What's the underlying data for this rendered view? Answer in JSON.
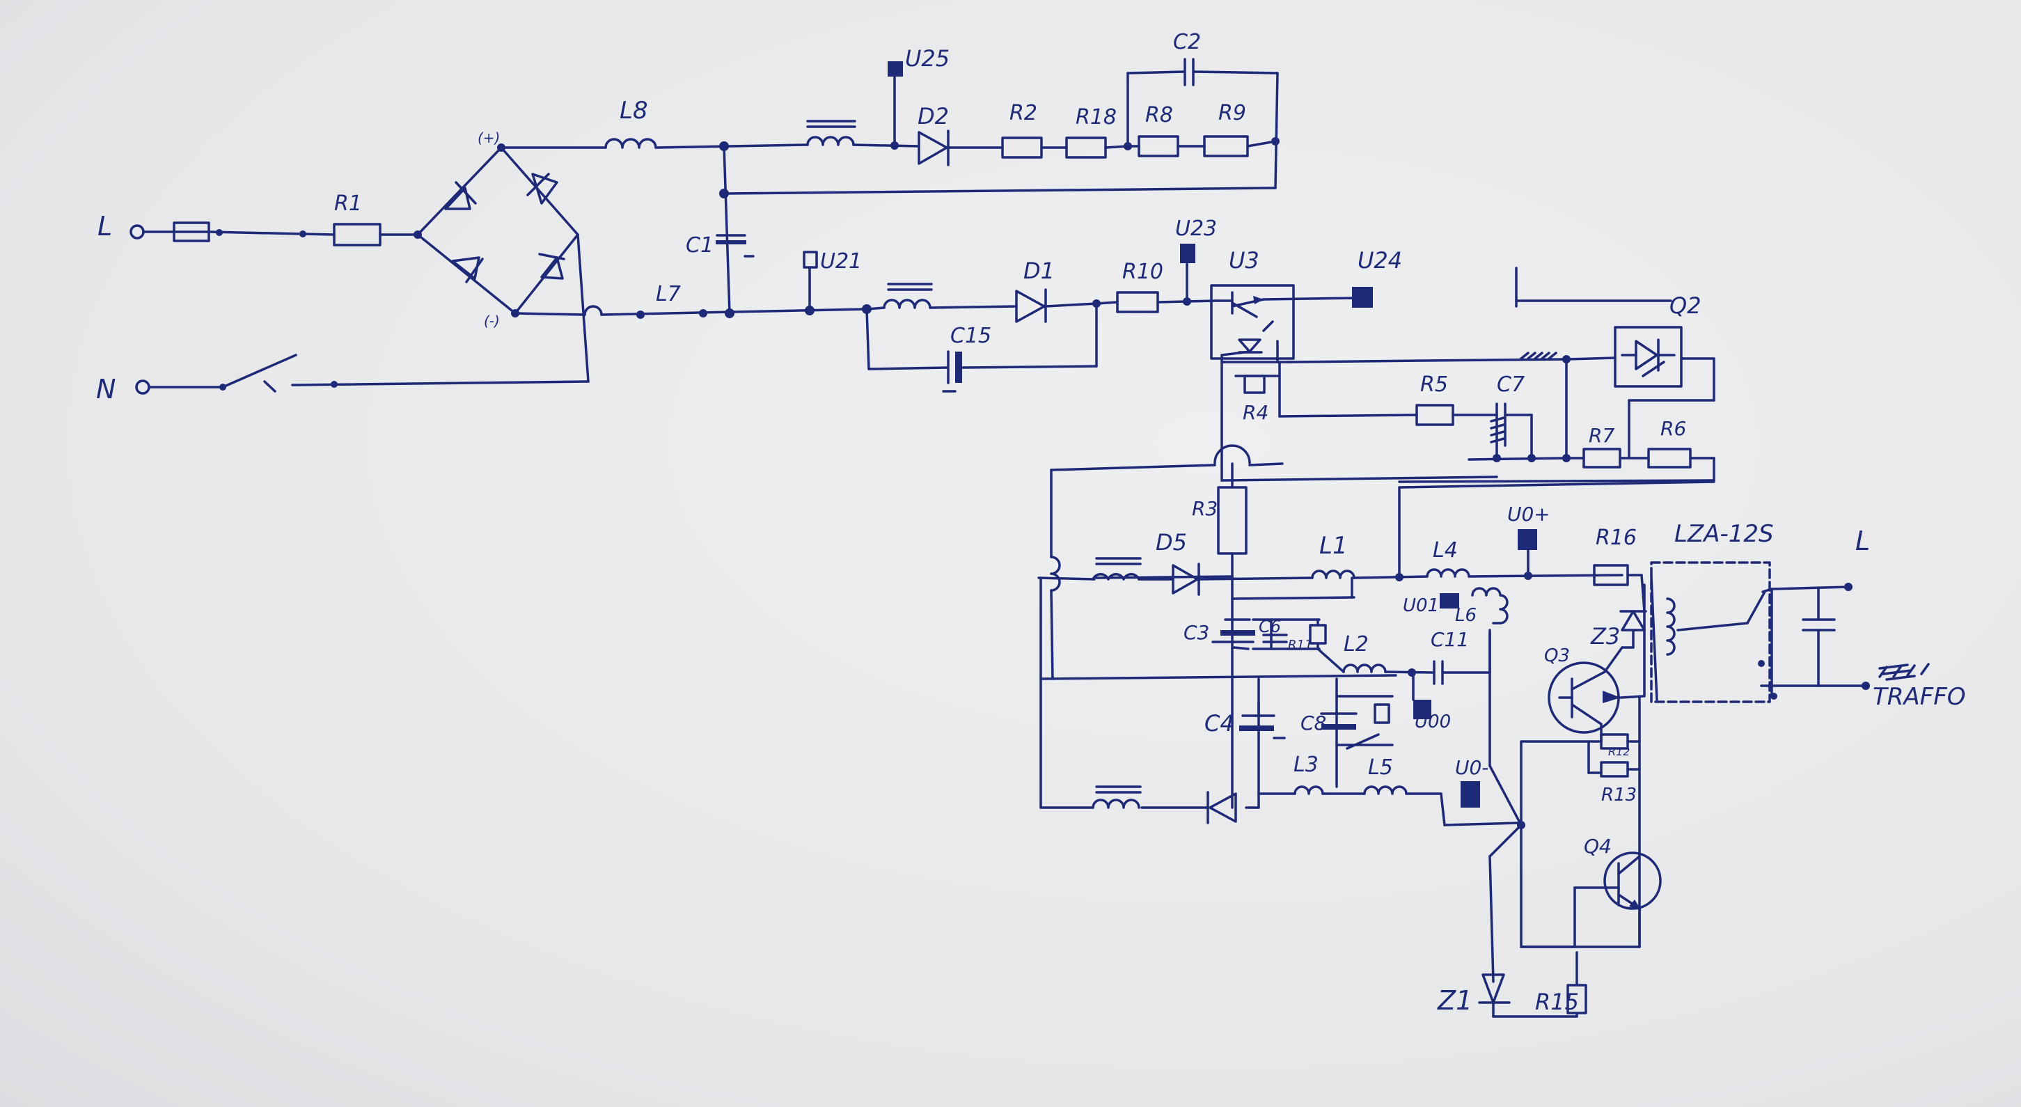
{
  "labels": {
    "L_in": "L",
    "N_in": "N",
    "R1": "R1",
    "plus": "(+)",
    "minus": "(-)",
    "L8": "L8",
    "L7": "L7",
    "C1": "C1",
    "U25": "U25",
    "D2": "D2",
    "R2": "R2",
    "R18": "R18",
    "R8": "R8",
    "R9": "R9",
    "C2": "C2",
    "U21": "U21",
    "C15": "C15",
    "D1": "D1",
    "R10": "R10",
    "U23": "U23",
    "U3": "U3",
    "U24": "U24",
    "Q2": "Q2",
    "R5": "R5",
    "C7": "C7",
    "R4": "R4",
    "R7": "R7",
    "R6": "R6",
    "R3": "R3",
    "D5": "D5",
    "L1": "L1",
    "L4": "L4",
    "U0plus": "U0+",
    "R16": "R16",
    "relay": "LZA-12S",
    "L_out": "L",
    "traffo": "TRAFFO",
    "U01": "U01",
    "L6": "L6",
    "C3": "C3",
    "C6": "C6",
    "R11": "R11",
    "L2": "L2",
    "C11": "C11",
    "Z3": "Z3",
    "Q3": "Q3",
    "C4": "C4",
    "C8": "C8",
    "U00": "U00",
    "R12": "R12",
    "R13": "R13",
    "L3": "L3",
    "L5": "L5",
    "U0minus": "U0-",
    "Q4": "Q4",
    "Z1": "Z1",
    "R15": "R15"
  },
  "colors": {
    "ink": "#1e2a78",
    "paper": "#e9eaeb"
  }
}
